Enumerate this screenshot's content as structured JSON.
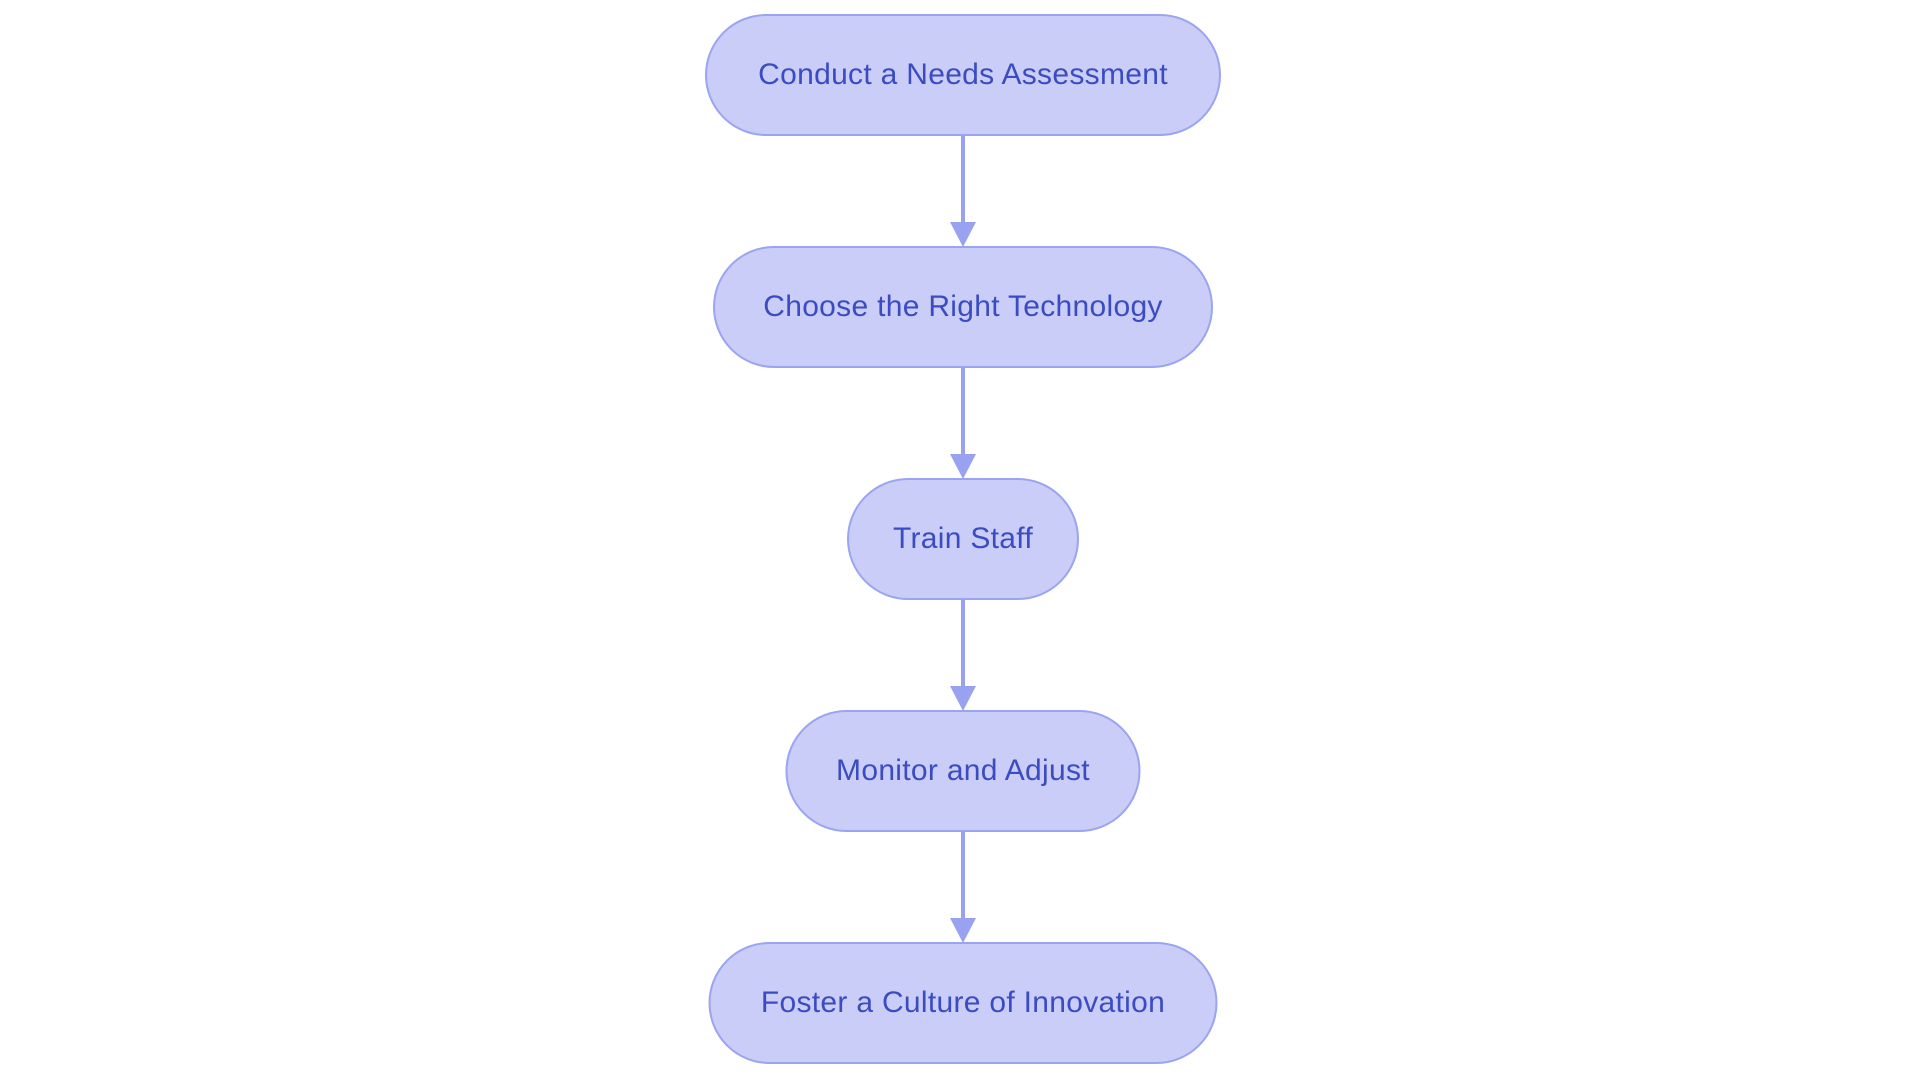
{
  "flowchart": {
    "type": "vertical-process-flow",
    "nodes": [
      {
        "label": "Conduct a Needs Assessment"
      },
      {
        "label": "Choose the Right Technology"
      },
      {
        "label": "Train Staff"
      },
      {
        "label": "Monitor and Adjust"
      },
      {
        "label": "Foster a Culture of Innovation"
      }
    ],
    "connections": [
      {
        "from": 0,
        "to": 1
      },
      {
        "from": 1,
        "to": 2
      },
      {
        "from": 2,
        "to": 3
      },
      {
        "from": 3,
        "to": 4
      }
    ],
    "colors": {
      "background": "#ffffff",
      "node_fill": "#c9cdf8",
      "node_border": "#9ba4f0",
      "node_text": "#3b4bc1",
      "arrow": "#99a2f1"
    }
  }
}
